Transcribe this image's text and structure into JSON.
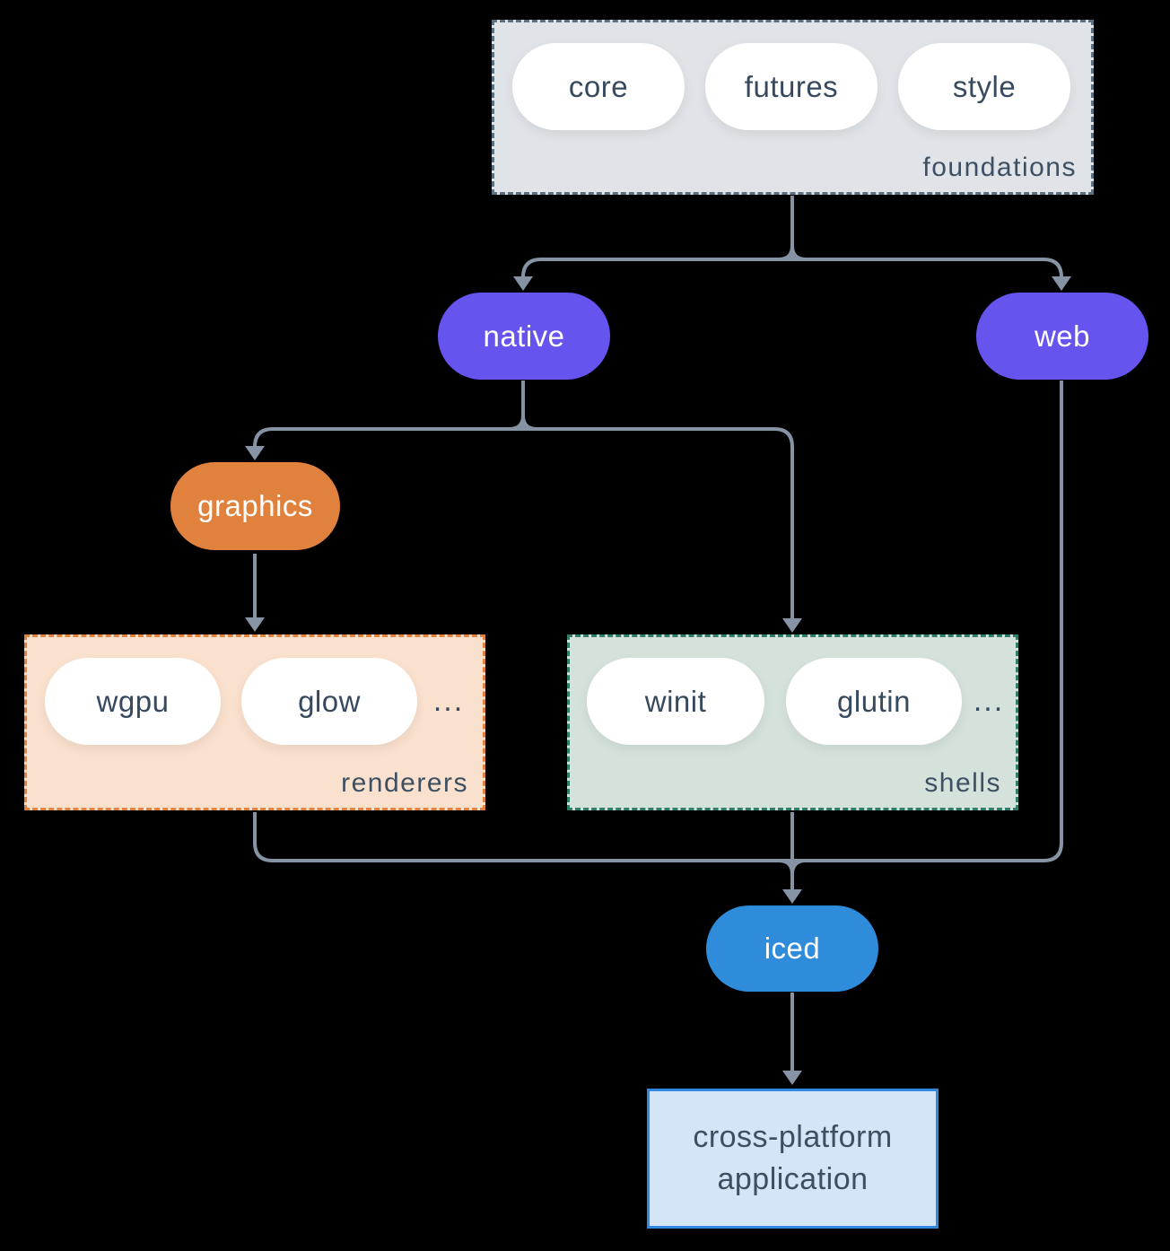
{
  "colors": {
    "bg": "#000000",
    "line": "#8593a5",
    "foundations_fill": "#e0e4e8",
    "foundations_border": "#5d7080",
    "purple": "#6554ee",
    "orange": "#e0823e",
    "renderers_fill": "#fae1ce",
    "renderers_border": "#e2823e",
    "shells_fill": "#d5e2db",
    "shells_border": "#2f7e6a",
    "blue": "#2e8cdb",
    "app_fill": "#d5e5f8",
    "app_border": "#3287de",
    "dark_text": "#36495e",
    "label_text": "#3d4f63"
  },
  "diagram": {
    "foundations": {
      "label": "foundations",
      "items": [
        "core",
        "futures",
        "style"
      ]
    },
    "native": {
      "label": "native"
    },
    "web": {
      "label": "web"
    },
    "graphics": {
      "label": "graphics"
    },
    "renderers": {
      "label": "renderers",
      "items": [
        "wgpu",
        "glow"
      ],
      "more": "..."
    },
    "shells": {
      "label": "shells",
      "items": [
        "winit",
        "glutin"
      ],
      "more": "..."
    },
    "iced": {
      "label": "iced"
    },
    "app": {
      "line1": "cross-platform",
      "line2": "application"
    }
  }
}
